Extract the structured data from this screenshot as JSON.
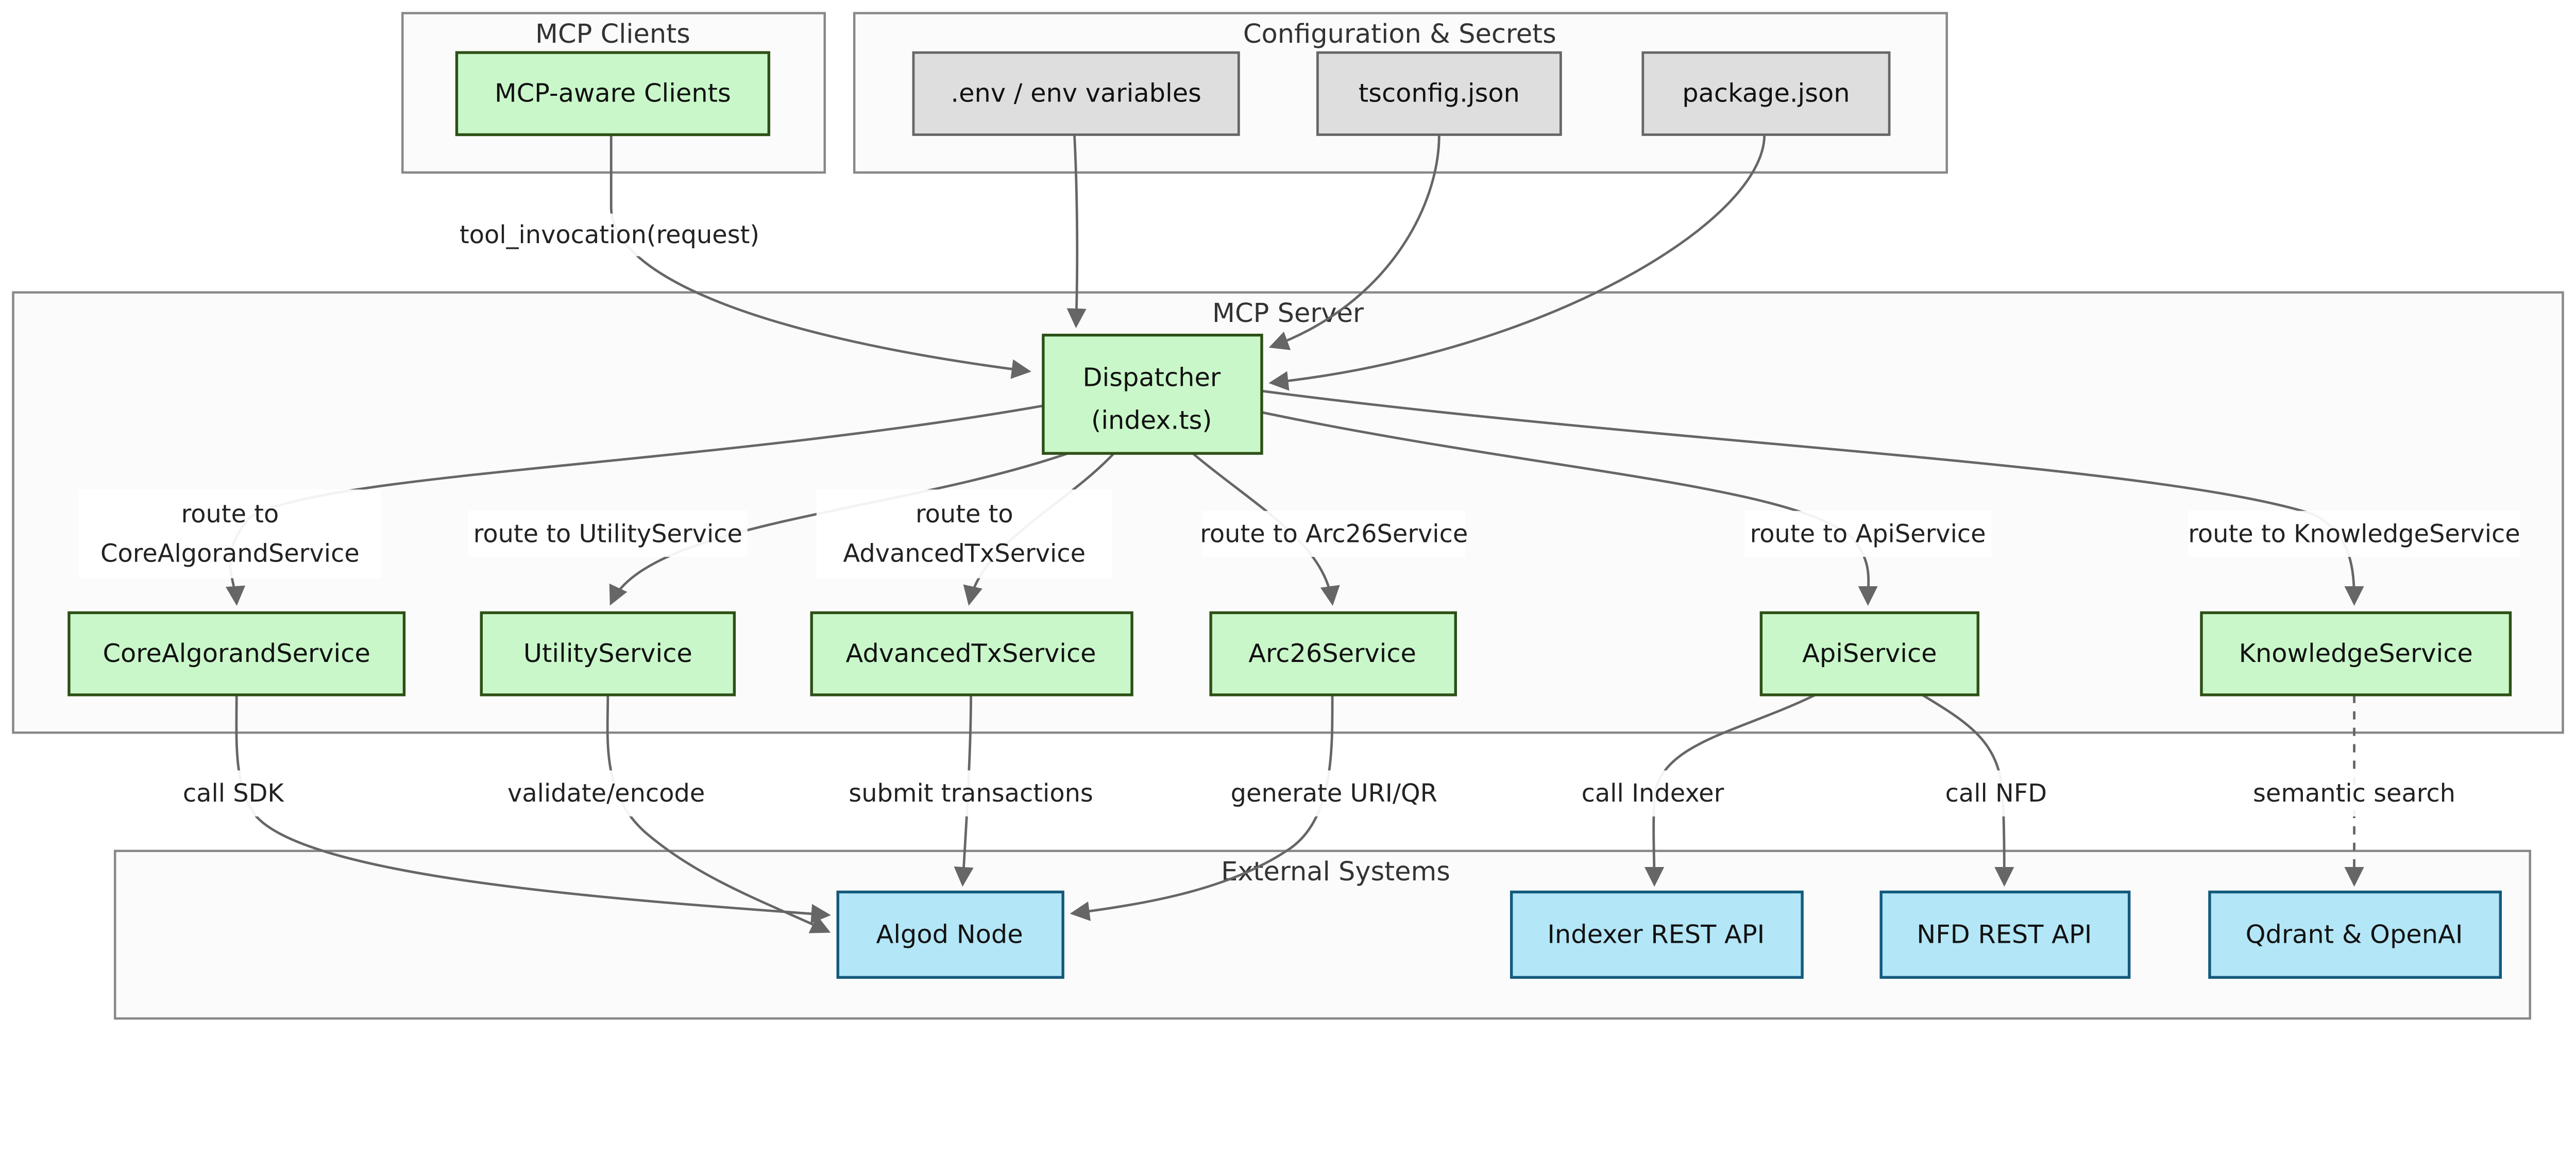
{
  "groups": {
    "mcp_clients": {
      "title": "MCP Clients"
    },
    "config_secrets": {
      "title": "Configuration & Secrets"
    },
    "mcp_server": {
      "title": "MCP Server"
    },
    "external_systems": {
      "title": "External Systems"
    }
  },
  "nodes": {
    "mcp_aware_clients": {
      "label": "MCP-aware Clients",
      "style": "green"
    },
    "env_vars": {
      "label": ".env / env variables",
      "style": "gray"
    },
    "tsconfig": {
      "label": "tsconfig.json",
      "style": "gray"
    },
    "package_json": {
      "label": "package.json",
      "style": "gray"
    },
    "dispatcher": {
      "lines": [
        "Dispatcher",
        "(index.ts)"
      ],
      "style": "green"
    },
    "core_algorand_service": {
      "label": "CoreAlgorandService",
      "style": "green"
    },
    "utility_service": {
      "label": "UtilityService",
      "style": "green"
    },
    "advanced_tx_service": {
      "label": "AdvancedTxService",
      "style": "green"
    },
    "arc26_service": {
      "label": "Arc26Service",
      "style": "green"
    },
    "api_service": {
      "label": "ApiService",
      "style": "green"
    },
    "knowledge_service": {
      "label": "KnowledgeService",
      "style": "green"
    },
    "algod_node": {
      "label": "Algod Node",
      "style": "blue"
    },
    "indexer_rest_api": {
      "label": "Indexer REST API",
      "style": "blue"
    },
    "nfd_rest_api": {
      "label": "NFD REST API",
      "style": "blue"
    },
    "qdrant_openai": {
      "label": "Qdrant & OpenAI",
      "style": "blue"
    }
  },
  "edges": {
    "tool_invocation": {
      "label": "tool_invocation(request)"
    },
    "route_core": {
      "lines": [
        "route to",
        "CoreAlgorandService"
      ]
    },
    "route_utility": {
      "label": "route to UtilityService"
    },
    "route_advanced": {
      "lines": [
        "route to",
        "AdvancedTxService"
      ]
    },
    "route_arc26": {
      "label": "route to Arc26Service"
    },
    "route_api": {
      "label": "route to ApiService"
    },
    "route_knowledge": {
      "label": "route to KnowledgeService"
    },
    "call_sdk": {
      "label": "call SDK"
    },
    "validate_encode": {
      "label": "validate/encode"
    },
    "submit_transactions": {
      "label": "submit transactions"
    },
    "generate_uri_qr": {
      "label": "generate URI/QR"
    },
    "call_indexer": {
      "label": "call Indexer"
    },
    "call_nfd": {
      "label": "call NFD"
    },
    "semantic_search": {
      "label": "semantic search"
    }
  },
  "colors": {
    "node_green_fill": "#c9f7c9",
    "node_green_border": "#2d5016",
    "node_gray_fill": "#dedede",
    "node_gray_border": "#666666",
    "node_blue_fill": "#b3e6f7",
    "node_blue_border": "#135a7d",
    "group_fill": "#fbfbfb",
    "group_border": "#888888",
    "edge_line": "#666666",
    "edge_label_background": "#ffffff",
    "text": "#111111",
    "group_title_text": "#333333",
    "page_background": "#ffffff"
  }
}
